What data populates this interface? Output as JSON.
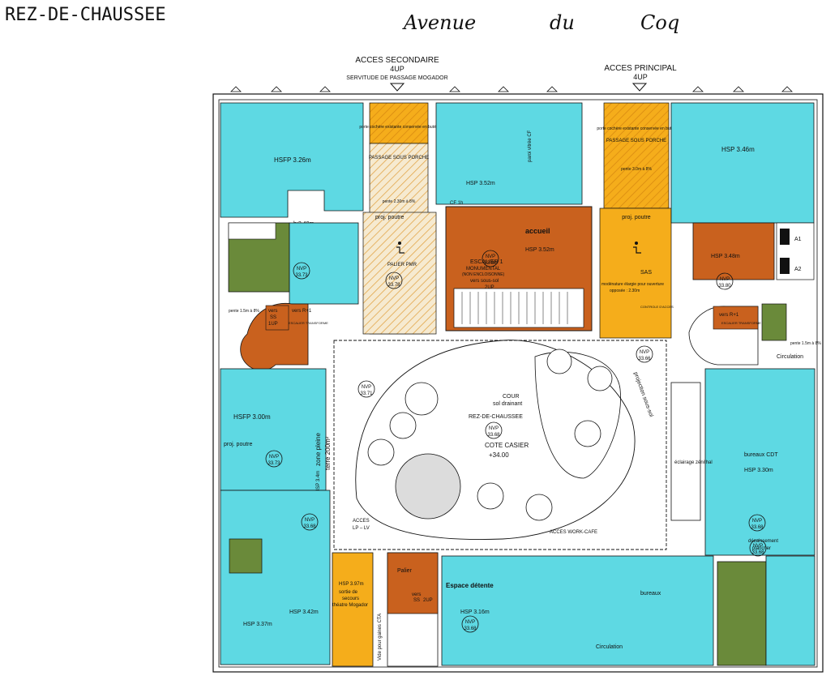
{
  "page_title": "REZ-DE-CHAUSSEE",
  "street": {
    "word1": "Avenue",
    "word2": "du",
    "word3": "Coq"
  },
  "entrances": {
    "secondary_title": "ACCES SECONDAIRE",
    "secondary_up": "4UP",
    "secondary_note": "SERVITUDE DE PASSAGE MOGADOR",
    "main_title": "ACCES PRINCIPAL",
    "main_up": "4UP"
  },
  "colors": {
    "cyan": "#5ed9e3",
    "green": "#6a8a3a",
    "orange_dark": "#c9611e",
    "orange_light": "#f5ad1b",
    "beige": "#f6ead0",
    "line": "#111111"
  },
  "rooms": {
    "tl_cyan": "HSFP  3.26m",
    "porch_left_top": "porte cochère existante conservée en butée",
    "porch_left": "PASSAGE SOUS PORCHE",
    "slope_left": "pente 2.30m à 8%",
    "top_center": "HSP  3.52m",
    "paroi_vitree": "paroi vitrée CF",
    "cf_1h": "CF 1h",
    "porch_right_top": "porte cochère existante conservée en butée",
    "porch_right": "PASSAGE SOUS PORCHE",
    "slope_right": "pente 3.0m à 8%",
    "tr_cyan": "HSP  3.46m",
    "h240": "h:2.40m",
    "proj_poutre": "proj. poutre",
    "palier_pmr": "PALIER PMR",
    "accueil": "accueil",
    "accueil_hsp": "HSP  3.52m",
    "escalier_1": "ESCALIER 1",
    "monumental": "MONUMENTAL",
    "non_enclos": "(NON ENCLOISONNE)",
    "vers_sous_sol": "vers sous-sol",
    "up2": "2UP",
    "sas": "SAS",
    "modenature": "modénature élargie pour ouverture",
    "opposee": "opposée : 2.30m",
    "controle": "CONTROLE D'ACCES",
    "hsp_348": "HSP  3.48m",
    "a1": "A1",
    "a2": "A2",
    "vers_ss": "vers",
    "ss": "SS",
    "up1": "1UP",
    "vers_r1": "vers R+1",
    "escalier_transforme": "ESCALIER TRANSFORME",
    "pente_left": "pente 1.5m à 8%",
    "pente_right": "pente 1.5m à 8%",
    "circulation_right": "Circulation",
    "hsfp_300": "HSFP  3.00m",
    "proj_poutre_2": "proj. poutre",
    "zone_pleine": "zone pleine",
    "terre": "terre 200m²",
    "hsp_34": "HSP  3.4m",
    "cour": "COUR",
    "sol_drainant": "sol drainant",
    "rdc": "REZ-DE-CHAUSSEE",
    "cote_casier": "COTE CASIER",
    "cote_val": "+34.00",
    "projection_ss": "projection sous-sol",
    "eclairage": "éclairage zénithal",
    "bureaux_cdt": "bureaux CDT",
    "hsp_330": "HSP  3.30m",
    "decaiss": "décaissement",
    "plancher": "plancher",
    "acces_lp": "ACCES",
    "acces_lp_2": "LP – LV",
    "acces_work": "ACCES WORK-CAFE",
    "hsp_397": "HSP  3.97m",
    "sortie": "sortie de",
    "secours": "secours",
    "theatre": "théatre Mogador",
    "vide_gaines": "Vide pour gaines CTA",
    "hsp_342": "HSP  3.42m",
    "hsp_337": "HSP  3.37m",
    "palier": "Palier",
    "vers_ss2": "vers",
    "ss2": "SS",
    "up2b": "2UP",
    "espace_detente": "Espace détente",
    "hsp_316": "HSP  3.16m",
    "bureaux": "bureaux",
    "circulation_bottom": "Circulation"
  },
  "nvp": [
    {
      "label": "NVP",
      "value": "33.73"
    },
    {
      "label": "NVP",
      "value": "33.78"
    },
    {
      "label": "NVP",
      "value": "33.80"
    },
    {
      "label": "NVP",
      "value": "33.80"
    },
    {
      "label": "NVP",
      "value": "33.66"
    },
    {
      "label": "NVP",
      "value": "33.71"
    },
    {
      "label": "NVP",
      "value": "33.68"
    },
    {
      "label": "NVP",
      "value": "33.73"
    },
    {
      "label": "NVP",
      "value": "33.68"
    },
    {
      "label": "NVP",
      "value": "33.68"
    },
    {
      "label": "NVP",
      "value": "33.68"
    },
    {
      "label": "NVP",
      "value": "33.68"
    }
  ]
}
